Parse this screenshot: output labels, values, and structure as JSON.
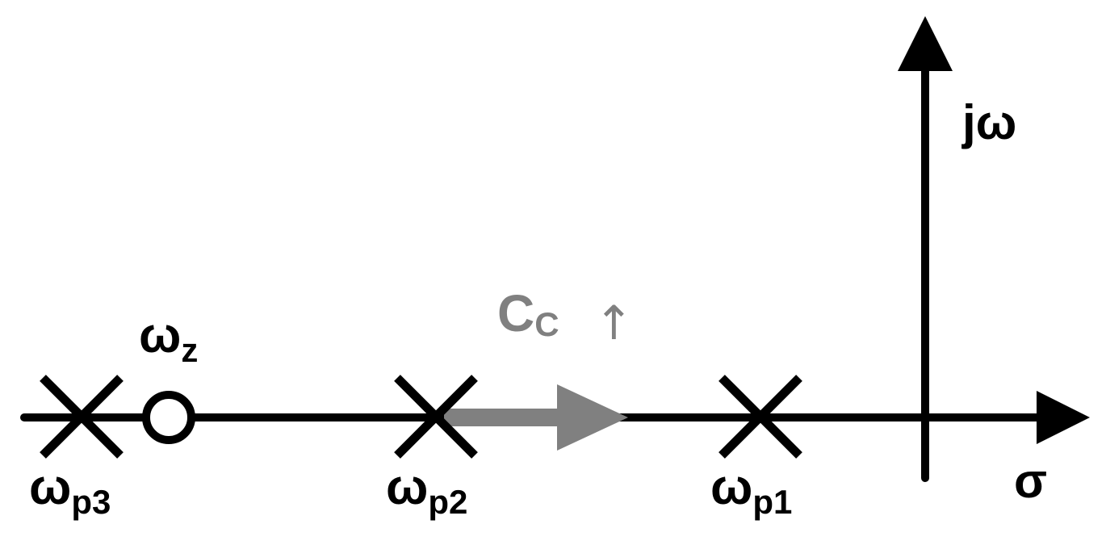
{
  "axes": {
    "vertical_label": "jω",
    "horizontal_label": "σ"
  },
  "poles": [
    {
      "symbol": "ω",
      "subscript": "p3"
    },
    {
      "symbol": "ω",
      "subscript": "p2"
    },
    {
      "symbol": "ω",
      "subscript": "p1"
    }
  ],
  "zero": {
    "symbol": "ω",
    "subscript": "z"
  },
  "annotation": {
    "symbol": "C",
    "subscript": "C",
    "arrow": "↑"
  },
  "colors": {
    "axis": "#000000",
    "annotation": "#808080"
  }
}
